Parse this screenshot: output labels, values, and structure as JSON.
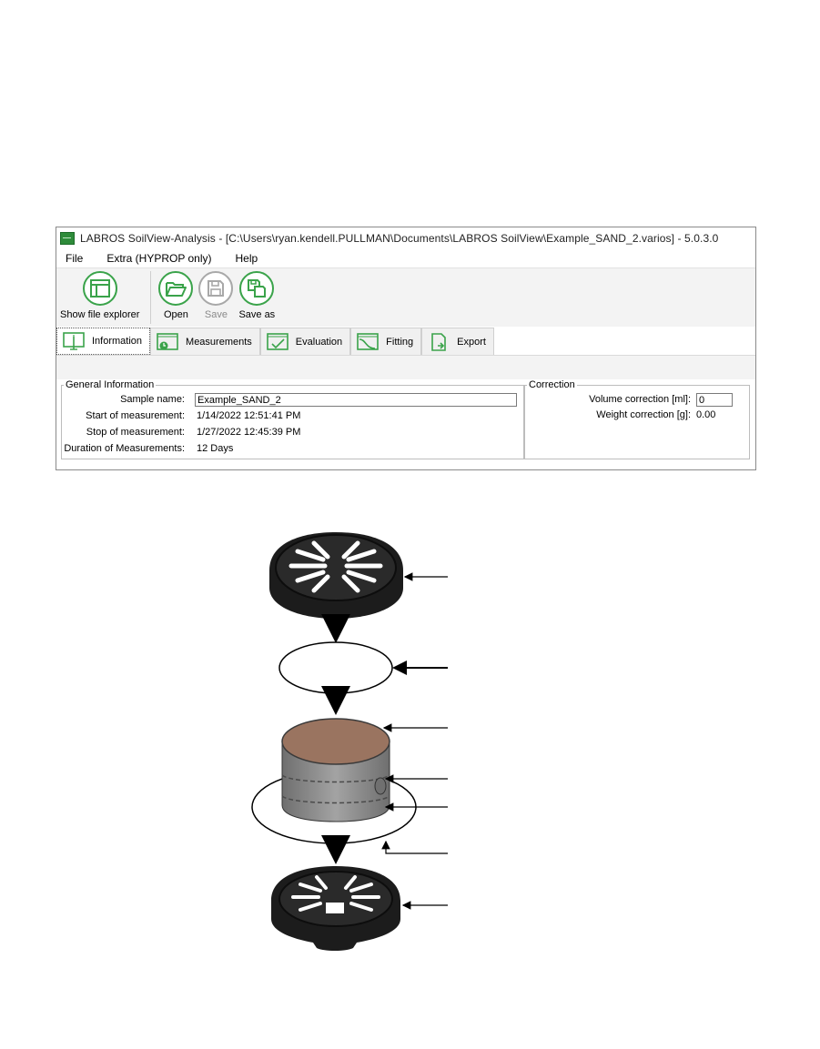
{
  "window": {
    "title": "LABROS SoilView-Analysis - [C:\\Users\\ryan.kendell.PULLMAN\\Documents\\LABROS SoilView\\Example_SAND_2.varios] - 5.0.3.0"
  },
  "menu": [
    "File",
    "Extra (HYPROP only)",
    "Help"
  ],
  "toolbar": {
    "show_file_explorer": "Show file explorer",
    "open": "Open",
    "save": "Save",
    "save_as": "Save as"
  },
  "tabs": [
    "Information",
    "Measurements",
    "Evaluation",
    "Fitting",
    "Export"
  ],
  "general_info": {
    "legend": "General Information",
    "sample_name_label": "Sample name:",
    "sample_name_value": "Example_SAND_2",
    "start_label": "Start of measurement:",
    "start_value": "1/14/2022 12:51:41 PM",
    "stop_label": "Stop of measurement:",
    "stop_value": "1/27/2022 12:45:39 PM",
    "duration_label": "Duration of Measurements:",
    "duration_value": "12 Days"
  },
  "correction": {
    "legend": "Correction",
    "volume_label": "Volume correction [ml]:",
    "volume_value": "0",
    "weight_label": "Weight correction [g]:",
    "weight_value": "0.00"
  },
  "colors": {
    "green_accent": "#3aa34a",
    "soil": "#9a7460",
    "ring_gray": "#8c8c8c"
  }
}
